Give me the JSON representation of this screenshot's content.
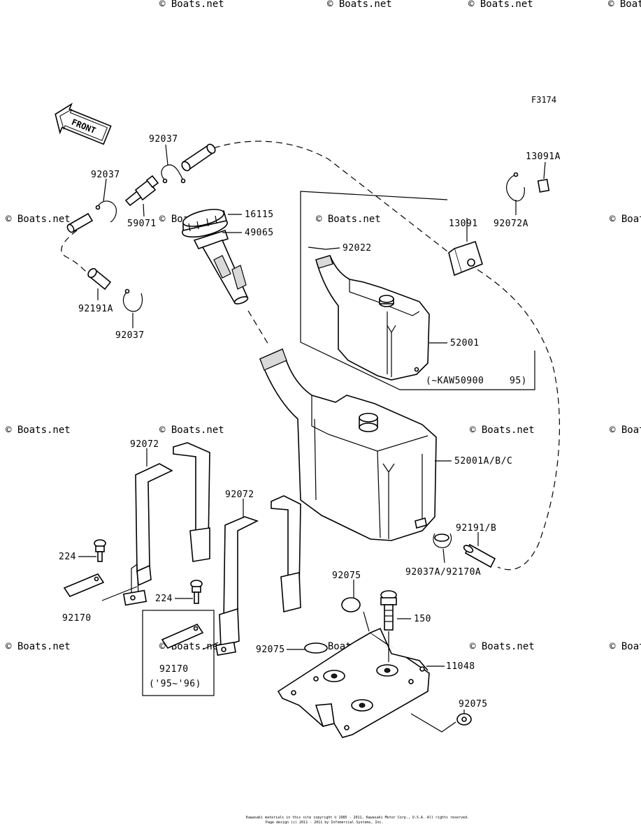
{
  "figure_id": "F3174",
  "front_label": "FRONT",
  "watermark": "© Boats.net",
  "copyright_lines": [
    "Kawasaki materials in this site copyright © 1985 - 2011, Kawasaki Motor Corp., U.S.A. All rights reserved.",
    "Page design (c) 2011 - 2011 by Infomercial Systems, Inc."
  ],
  "labels": {
    "p92037_top": "92037",
    "p92037_left": "92037",
    "p59071": "59071",
    "p16115": "16115",
    "p49065": "49065",
    "p92191A": "92191A",
    "p92037_bottom": "92037",
    "p13091A": "13091A",
    "p13091": "13091",
    "p92072A": "92072A",
    "p92022": "92022",
    "p52001": "52001",
    "kaw_range": "(~KAW50900",
    "kaw_year": "95)",
    "p52001ABC": "52001A/B/C",
    "p92072_left": "92072",
    "p92072_mid": "92072",
    "p224_left": "224",
    "p224_mid": "224",
    "p92170_left": "92170",
    "p92170_box": "92170",
    "years_box": "('95~'96)",
    "p92191B": "92191/B",
    "p92037A": "92037A/92170A",
    "p92075_top": "92075",
    "p150": "150",
    "p11048": "11048",
    "p92075_left": "92075",
    "p92075_right": "92075"
  }
}
